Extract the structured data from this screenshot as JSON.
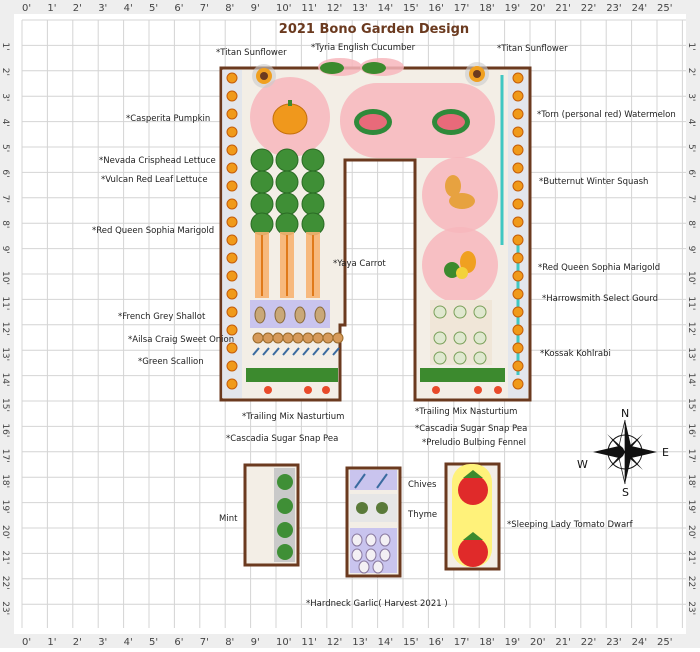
{
  "title": "2021 Bono Garden Design",
  "ruler": {
    "x": [
      "0'",
      "1'",
      "2'",
      "3'",
      "4'",
      "5'",
      "6'",
      "7'",
      "8'",
      "9'",
      "10'",
      "11'",
      "12'",
      "13'",
      "14'",
      "15'",
      "16'",
      "17'",
      "18'",
      "19'",
      "20'",
      "21'",
      "22'",
      "23'",
      "24'",
      "25'"
    ],
    "y": [
      "1'",
      "2'",
      "3'",
      "4'",
      "5'",
      "6'",
      "7'",
      "8'",
      "9'",
      "10'",
      "11'",
      "12'",
      "13'",
      "14'",
      "15'",
      "16'",
      "17'",
      "18'",
      "19'",
      "20'",
      "21'",
      "22'",
      "23'"
    ]
  },
  "labels": {
    "titan_left": "*Titan Sunflower",
    "cucumber": "*Tyria English Cucumber",
    "titan_right": "*Titan Sunflower",
    "pumpkin": "*Casperita Pumpkin",
    "watermelon": "*Torn (personal red) Watermelon",
    "lettuce_nevada": "*Nevada Crisphead Lettuce",
    "lettuce_vulcan": "*Vulcan Red Leaf Lettuce",
    "squash": "*Butternut Winter Squash",
    "marigold_left": "*Red Queen Sophia Marigold",
    "carrot": "*Yaya Carrot",
    "marigold_right": "*Red Queen Sophia Marigold",
    "gourd": "*Harrowsmith Select Gourd",
    "shallot": "*French Grey Shallot",
    "onion": "*Ailsa Craig Sweet Onion",
    "kohlrabi": "*Kossak Kohlrabi",
    "scallion": "*Green Scallion",
    "nasturtium_left": "*Trailing Mix Nasturtium",
    "nasturtium_right": "*Trailing Mix Nasturtium",
    "pea_left": "*Cascadia Sugar Snap Pea",
    "pea_right": "*Cascadia Sugar Snap Pea",
    "fennel": "*Preludio Bulbing Fennel",
    "mint": "Mint",
    "chives": "Chives",
    "thyme": "Thyme",
    "tomato": "*Sleeping Lady Tomato Dwarf",
    "garlic": "*Hardneck Garlic( Harvest 2021 )"
  },
  "compass": {
    "n": "N",
    "s": "S",
    "e": "E",
    "w": "W"
  },
  "colors": {
    "bed_border": "#6b3a1f",
    "bed_fill": "#f3eee6",
    "zone_pink": "#f7b6bc",
    "grid": "#d4d4d4",
    "ruler_bg": "#eeeeee"
  }
}
